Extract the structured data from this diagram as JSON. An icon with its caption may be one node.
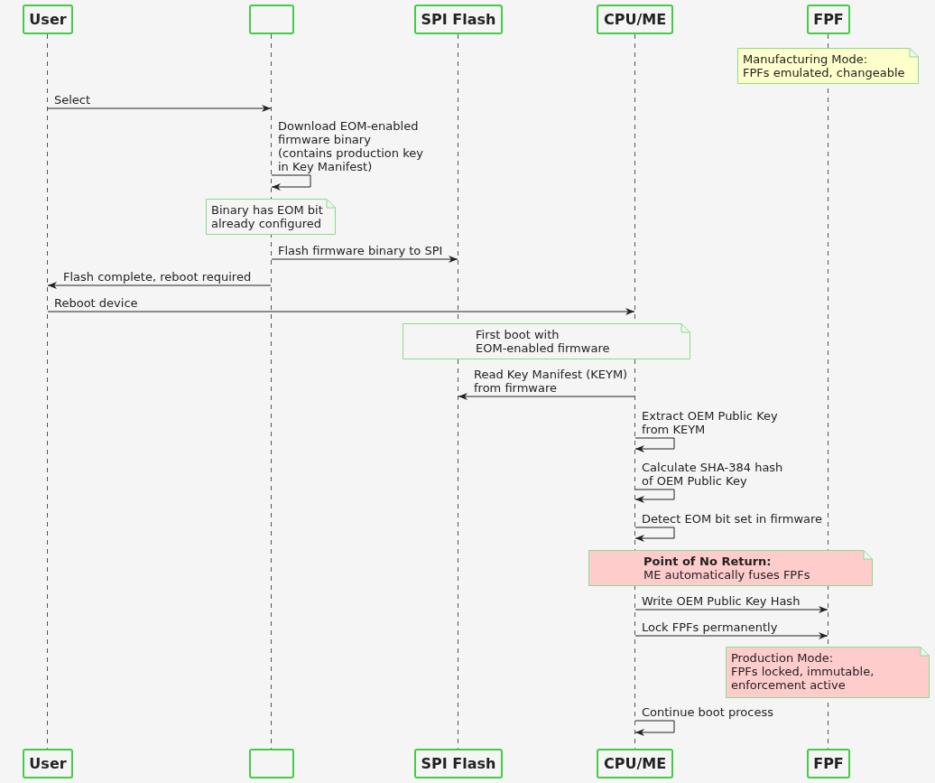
{
  "diagram": {
    "nodes": [
      {
        "text": [
          "User"
        ]
      },
      {
        "text": [],
        "shape": "box"
      },
      {
        "text": [
          "SPI Flash"
        ]
      },
      {
        "text": [
          "CPU/ME"
        ]
      },
      {
        "text": [
          "FPF"
        ]
      },
      {
        "text": [],
        "shape": "line"
      },
      {
        "text": [],
        "shape": "line"
      },
      {
        "text": [],
        "shape": "line"
      },
      {
        "text": [],
        "shape": "line"
      },
      {
        "text": [],
        "shape": "line"
      },
      {
        "text": [
          "Manufacturing Mode:",
          "FPFs emulated, changeable"
        ]
      },
      {
        "text": [
          "Binary has EOM bit already configured"
        ]
      },
      {
        "text": [
          "First boot with EOM-enabled firmware"
        ]
      },
      {
        "text": [
          "Point of No Return:",
          "ME automatically fuses FPFs"
        ]
      },
      {
        "text": [
          "Production Mode:",
          "FPFs locked, immutable, enforcement active"
        ]
      },
      {
        "text": [
          "User"
        ]
      },
      {
        "text": [],
        "shape": "box"
      },
      {
        "text": [
          "SPI Flash"
        ]
      },
      {
        "text": [
          "CPU/ME"
        ]
      },
      {
        "text": [
          "FPF"
        ]
      }
    ],
    "edges": [
      {
        "from": 5,
        "to": 6,
        "arrow": "to",
        "label": "Select"
      },
      {
        "from": 6,
        "to": 6,
        "arrow": "to",
        "label": "Download EOM-enabled firmware binary (contains production key in Key Manifest)"
      },
      {
        "from": 6,
        "to": 7,
        "arrow": "to",
        "label": "Flash firmware binary to SPI"
      },
      {
        "from": 6,
        "to": 5,
        "arrow": "to",
        "label": "Flash complete, reboot required"
      },
      {
        "from": 5,
        "to": 8,
        "arrow": "to",
        "label": "Reboot device"
      },
      {
        "from": 8,
        "to": 7,
        "arrow": "to",
        "label": "Read Key Manifest (KEYM) from firmware"
      },
      {
        "from": 8,
        "to": 8,
        "arrow": "to",
        "label": "Extract OEM Public Key from KEYM"
      },
      {
        "from": 8,
        "to": 8,
        "arrow": "to",
        "label": "Calculate SHA-384 hash of OEM Public Key"
      },
      {
        "from": 8,
        "to": 8,
        "arrow": "to",
        "label": "Detect EOM bit set in firmware"
      },
      {
        "from": 8,
        "to": 9,
        "arrow": "to",
        "label": "Write OEM Public Key Hash"
      },
      {
        "from": 8,
        "to": 9,
        "arrow": "to",
        "label": "Lock FPFs permanently"
      },
      {
        "from": 8,
        "to": 8,
        "arrow": "to",
        "label": "Continue boot process"
      }
    ]
  }
}
